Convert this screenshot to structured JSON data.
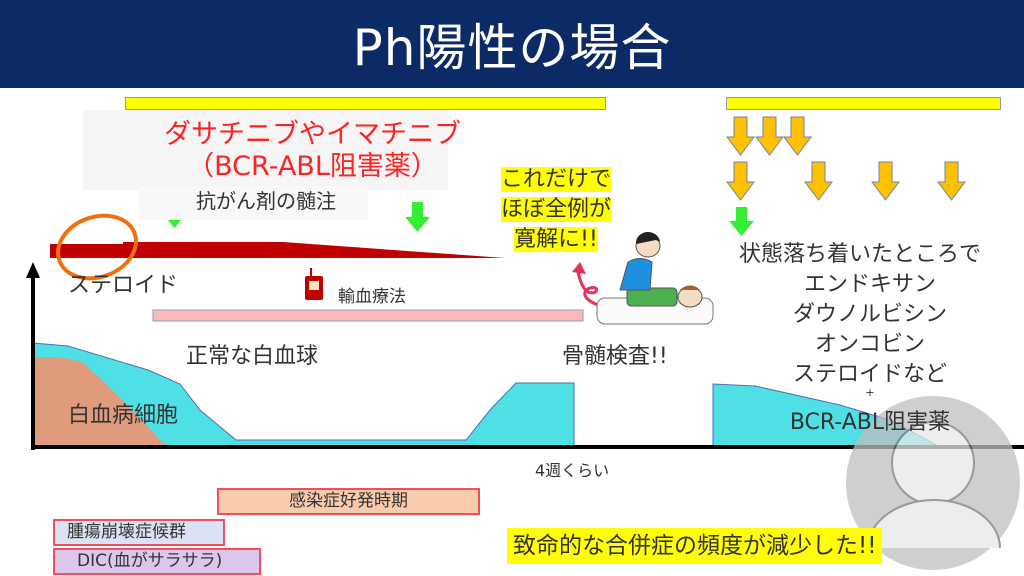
{
  "title": "Ph陽性の場合",
  "drug": {
    "line1": "ダサチニブやイマチニブ",
    "line2": "（BCR-ABL阻害薬）"
  },
  "intrathecal": "抗がん剤の髄注",
  "steroid": "ステロイド",
  "transfusion": "輸血療法",
  "normal_wbc": "正常な白血球",
  "leukemia_cells": "白血病細胞",
  "remission": {
    "line1": "これだけで",
    "line2": "ほぼ全例が",
    "line3": "寛解に!!"
  },
  "bone_marrow": "骨髄検査!!",
  "duration": "4週くらい",
  "consolidation": {
    "line1": "状態落ち着いたところで",
    "drugs": [
      "エンドキサン",
      "ダウノルビシン",
      "オンコビン",
      "ステロイドなど"
    ],
    "plus": "+",
    "line_last": "BCR-ABL阻害薬"
  },
  "complications": {
    "infection": "感染症好発時期",
    "tls": "腫瘍崩壊症候群",
    "dic": "DIC(血がサラサラ)"
  },
  "conclusion": "致命的な合併症の頻度が減少した!!",
  "colors": {
    "title_bg": "#0c2a66",
    "yellow": "#ffff00",
    "cyan": "#4fe0e6",
    "leukemia": "#e09a7c",
    "steroid_bar": "#c00000",
    "orange_arrow": "#ffc000",
    "green_arrow": "#33ee33"
  }
}
